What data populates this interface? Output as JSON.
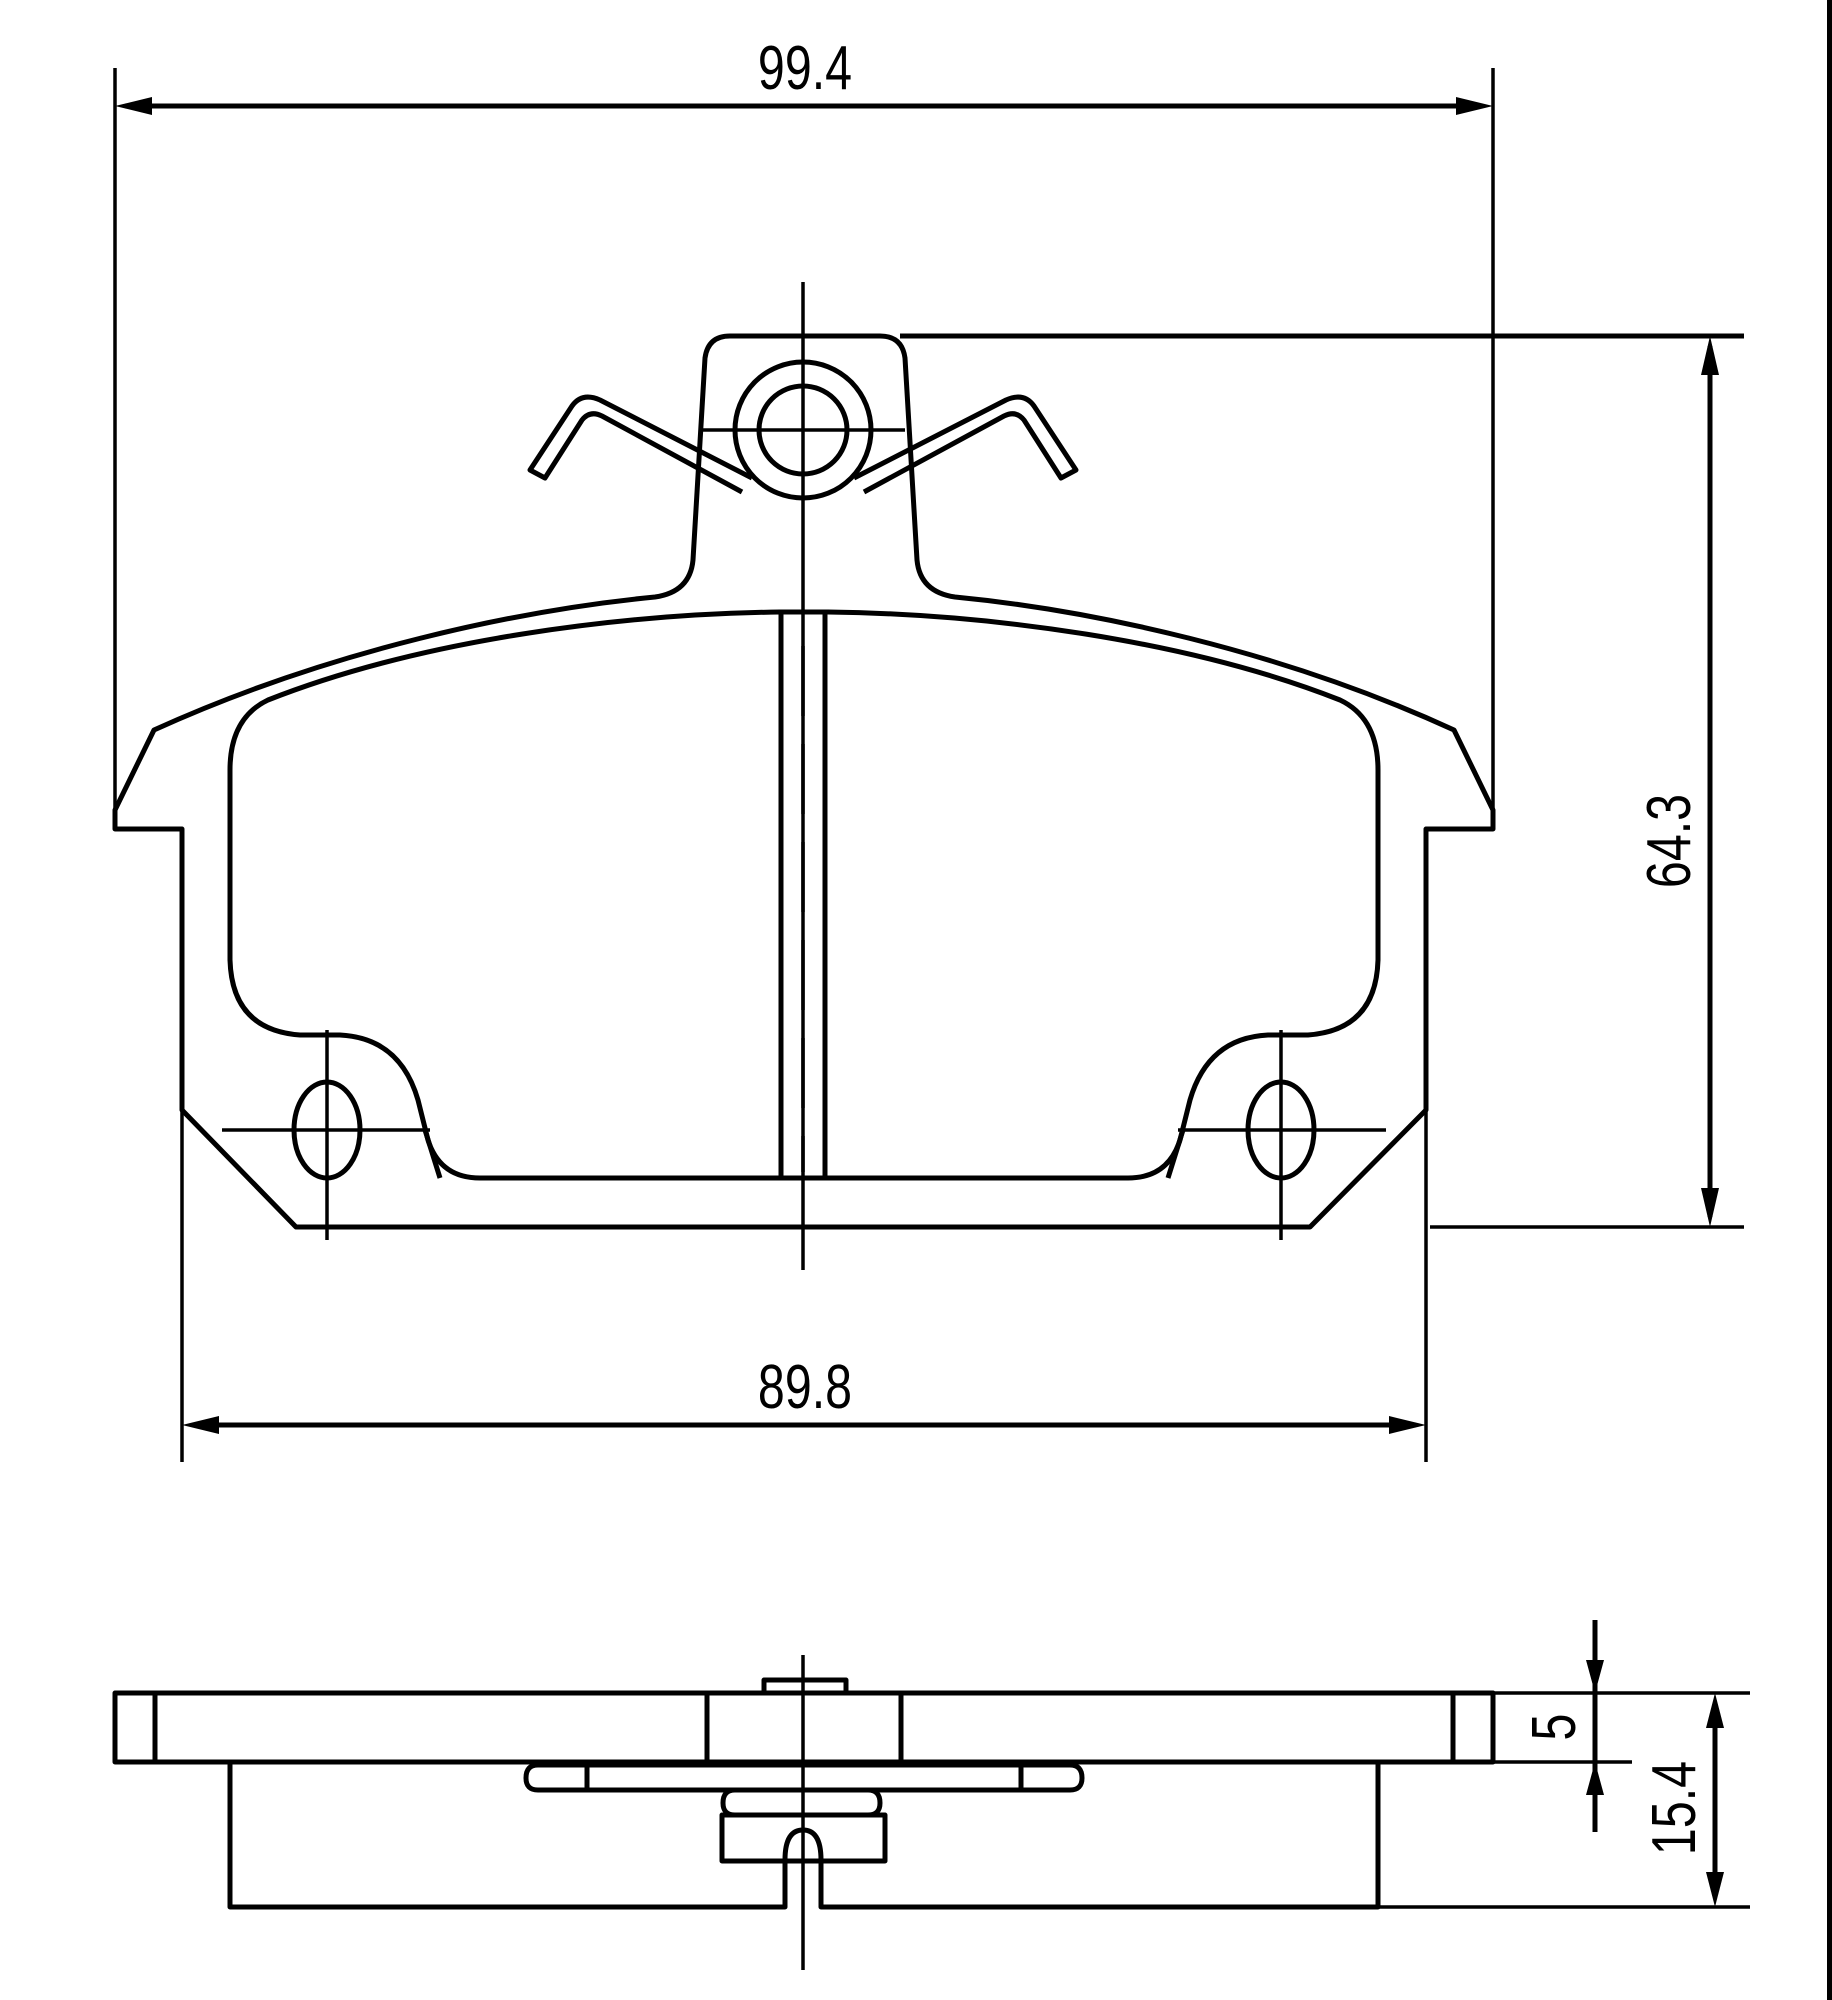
{
  "drawing": {
    "title": "Brake pad technical drawing",
    "units": "mm",
    "stroke_color": "#000000",
    "background": "#ffffff"
  },
  "front_view": {
    "dimensions": {
      "overall_width": "99.4",
      "overall_height": "64.3",
      "lower_width": "89.8"
    }
  },
  "side_view": {
    "dimensions": {
      "backplate_thickness": "5",
      "total_thickness": "15.4"
    }
  }
}
